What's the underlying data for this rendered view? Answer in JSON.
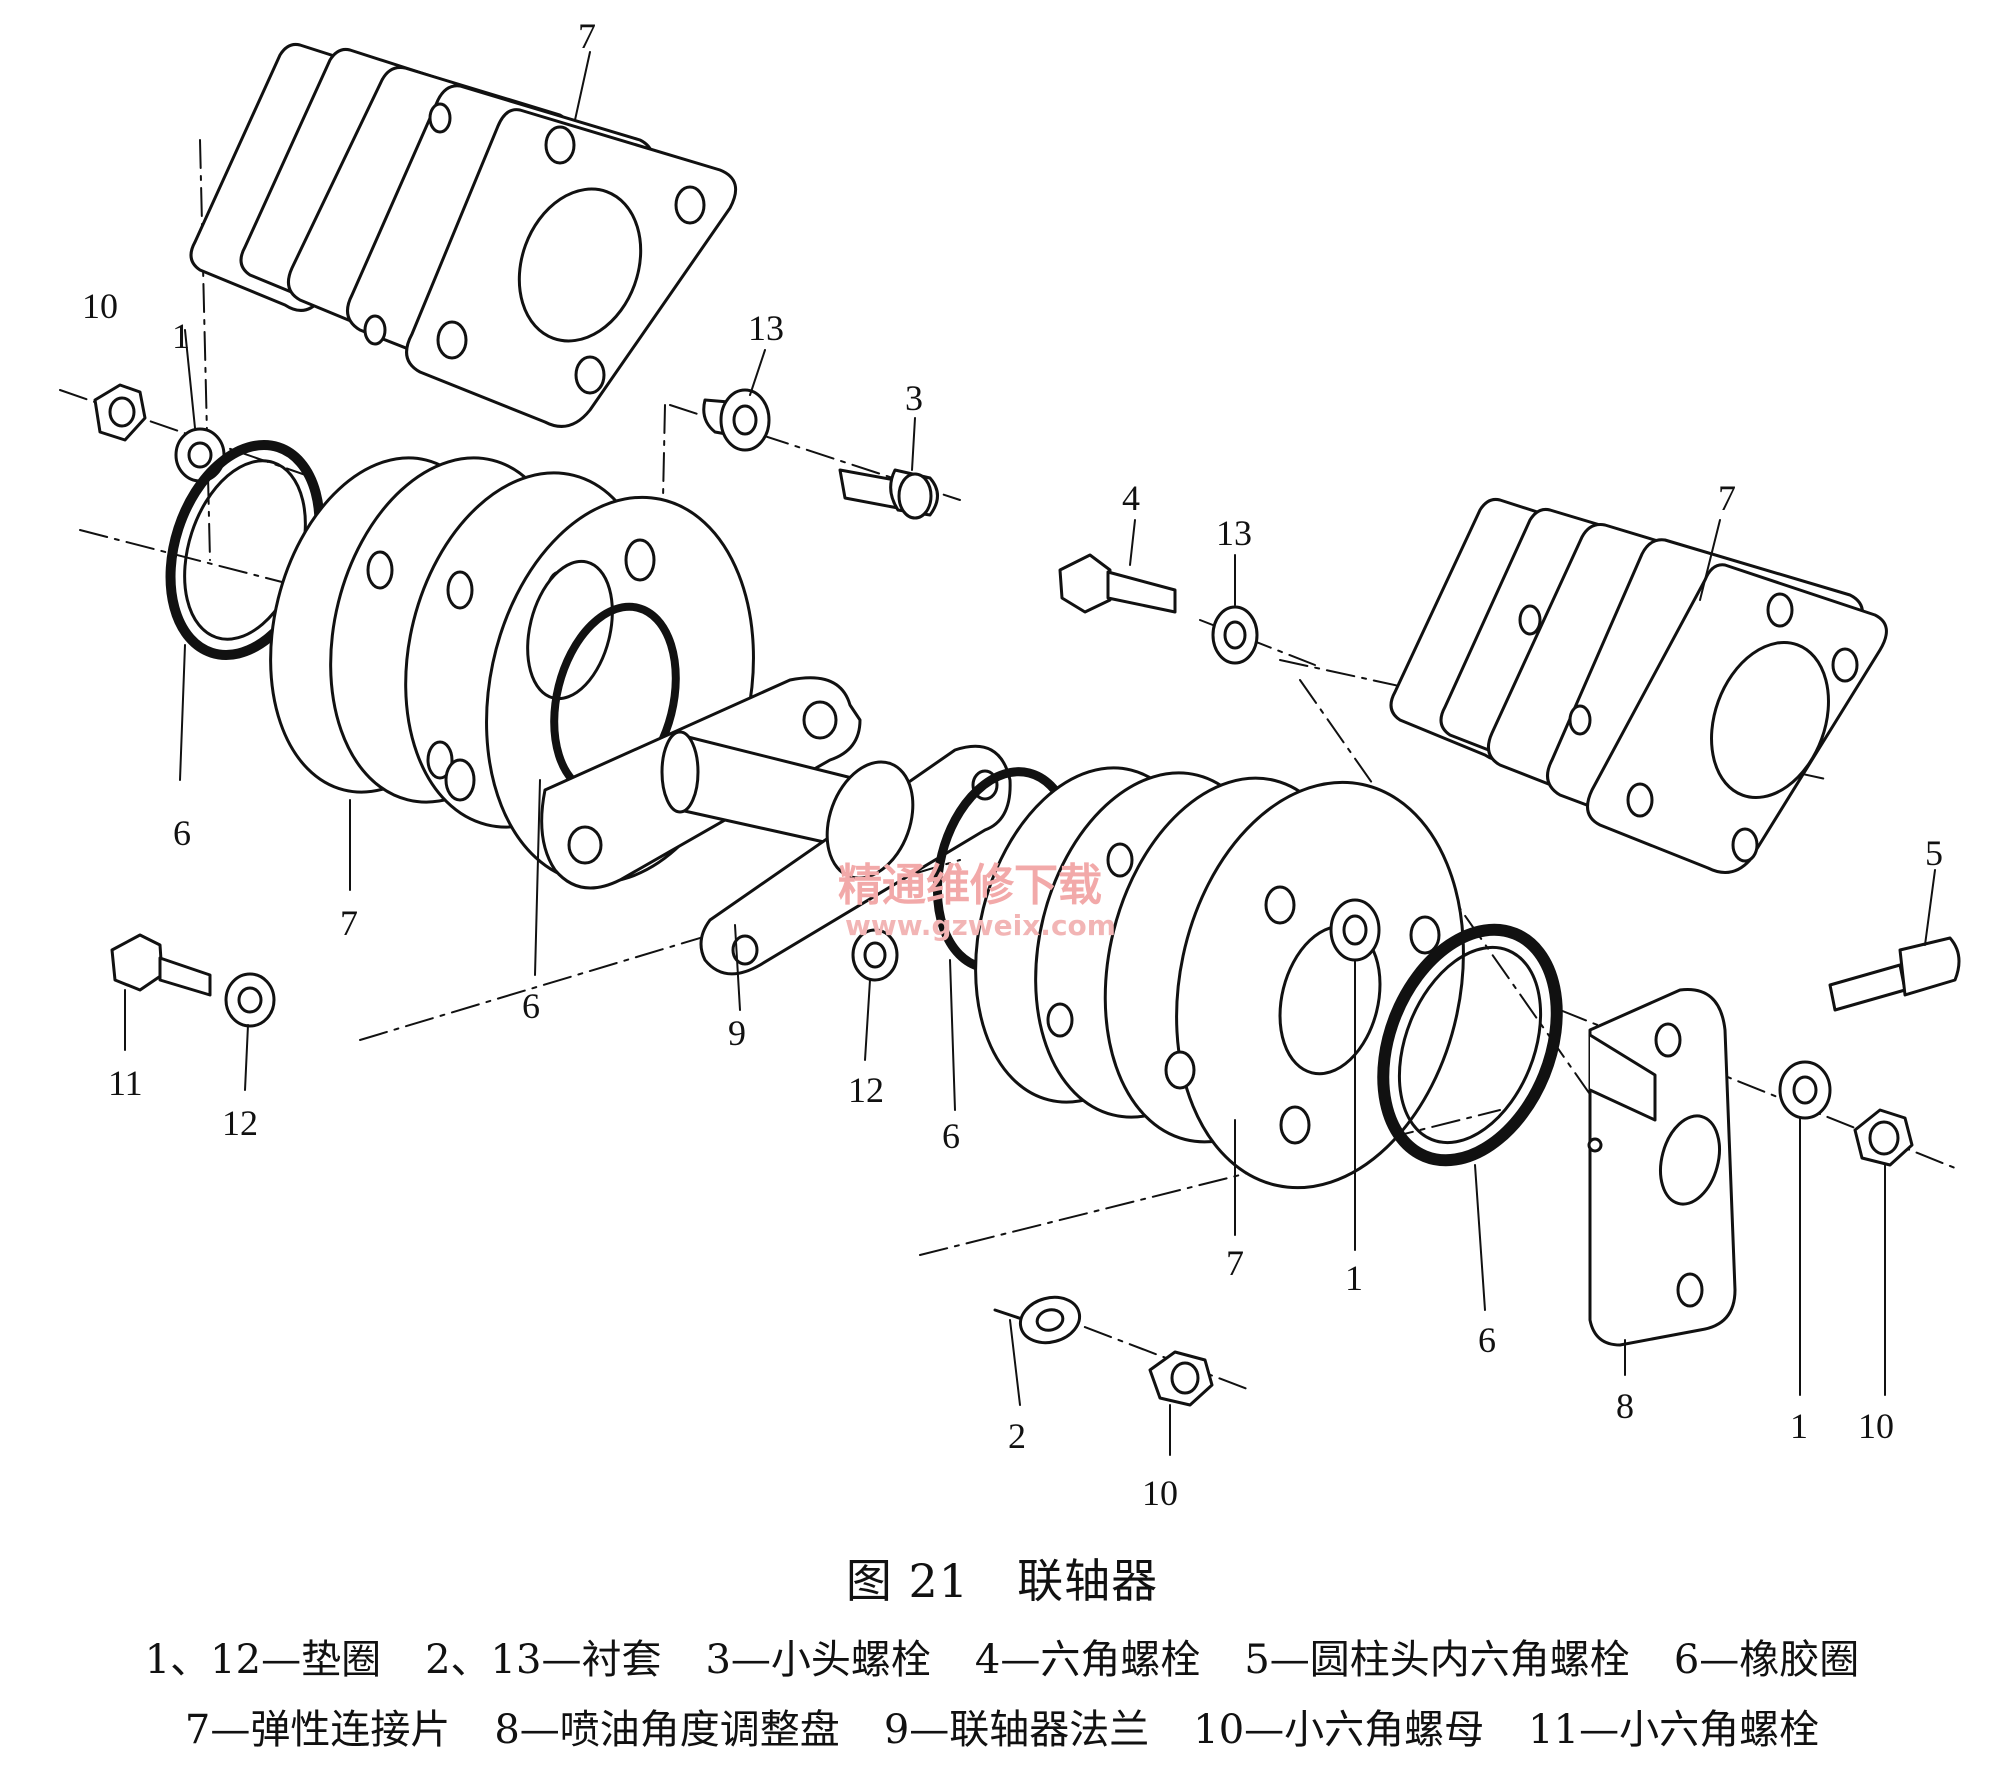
{
  "figure": {
    "number": "图 21",
    "title": "联轴器"
  },
  "watermark": {
    "line1": "精通维修下载",
    "line2": "www.gzweix.com"
  },
  "callouts": {
    "c7_top": "7",
    "c10_left": "10",
    "c1_left": "1",
    "c13_top": "13",
    "c3": "3",
    "c4": "4",
    "c13_mid": "13",
    "c7_right": "7",
    "c6_left": "6",
    "c7_left": "7",
    "c6_center": "6",
    "c9": "9",
    "c12_center": "12",
    "c6_mid": "6",
    "c11": "11",
    "c12_left": "12",
    "c5": "5",
    "c7_bottom": "7",
    "c1_center": "1",
    "c6_right": "6",
    "c8": "8",
    "c1_right": "1",
    "c10_right": "10",
    "c2": "2",
    "c10_bottom": "10"
  },
  "legend": {
    "row1": [
      "1、12—垫圈",
      "2、13—衬套",
      "3—小头螺栓",
      "4—六角螺栓",
      "5—圆柱头内六角螺栓",
      "6—橡胶圈"
    ],
    "row2": [
      "7—弹性连接片",
      "8—喷油角度调整盘",
      "9—联轴器法兰",
      "10—小六角螺母",
      "11—小六角螺栓"
    ]
  }
}
